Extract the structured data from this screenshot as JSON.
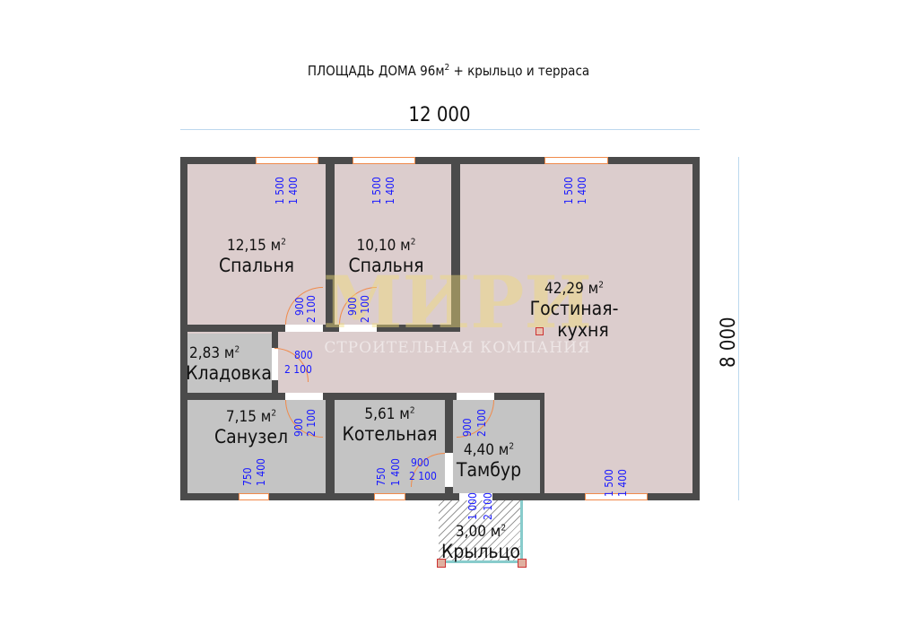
{
  "title": {
    "text": "ПЛОЩАДЬ ДОМА 96м",
    "sup": "2",
    "suffix": " + крыльцо и терраса"
  },
  "dimensions": {
    "width": "12 000",
    "height": "8 000"
  },
  "watermark": {
    "logo": "МИРИ",
    "text": "СТРОИТЕЛЬНАЯ КОМПАНИЯ"
  },
  "rooms": [
    {
      "area": "12,15 м",
      "name": "Спальня"
    },
    {
      "area": "10,10 м",
      "name": "Спальня"
    },
    {
      "area": "42,29 м",
      "name": "Гостиная-",
      "name2": "кухня"
    },
    {
      "area": "2,83 м",
      "name": "Кладовка"
    },
    {
      "area": "7,15 м",
      "name": "Санузел"
    },
    {
      "area": "5,61 м",
      "name": "Котельная"
    },
    {
      "area": "4,40 м",
      "name": "Тамбур"
    },
    {
      "area": "3,00 м",
      "name": "Крыльцо"
    }
  ],
  "sup": "2",
  "openings": {
    "win_1500": "1 500",
    "win_1400": "1 400",
    "win_750": "750",
    "door_900": "900",
    "door_800": "800",
    "door_1000": "1 000",
    "door_2100": "2 100"
  },
  "colors": {
    "wall": "#4b4b4b",
    "living": "#dccdcd",
    "utility": "#c4c4c4",
    "dim_text": "#1a1aff",
    "opening": "#f08a4b"
  }
}
